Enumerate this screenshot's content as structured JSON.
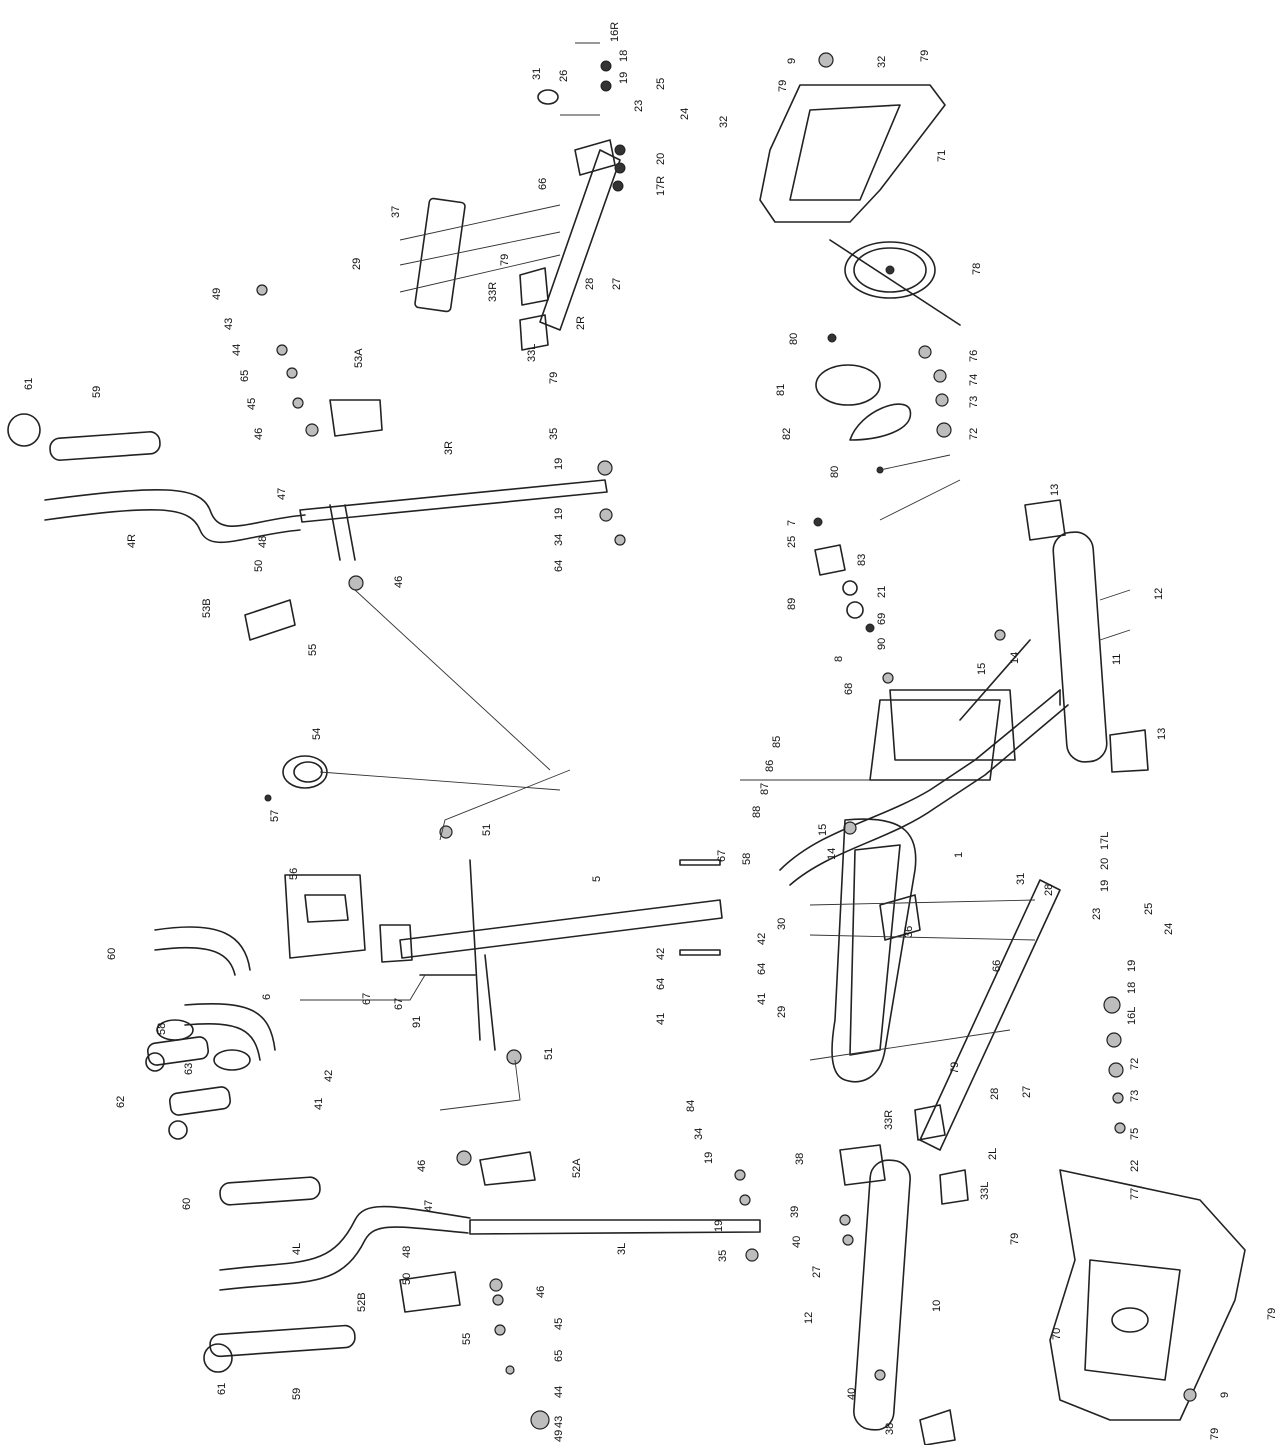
{
  "labels": {
    "p16R": "16R",
    "p18a": "18",
    "p19a": "19",
    "p25a": "25",
    "p24a": "24",
    "p23a": "23",
    "p26a": "26",
    "p31a": "31",
    "p66a": "66",
    "p20a": "20",
    "p17R": "17R",
    "p37": "37",
    "p29a": "29",
    "p79a": "79",
    "p28a": "28",
    "p27a": "27",
    "p33Ra": "33R",
    "p2R": "2R",
    "p33La": "33L",
    "p79b": "79",
    "p9a": "9",
    "p32a": "32",
    "p79c": "79",
    "p79d": "79",
    "p32b": "32",
    "p71": "71",
    "p78": "78",
    "p80a": "80",
    "p81": "81",
    "p76": "76",
    "p74": "74",
    "p73a": "73",
    "p82": "82",
    "p72a": "72",
    "p80b": "80",
    "p49a": "49",
    "p43a": "43",
    "p44a": "44",
    "p65a": "65",
    "p45a": "45",
    "p46a": "46",
    "p53A": "53A",
    "p61a": "61",
    "p59a": "59",
    "p4R": "4R",
    "p47a": "47",
    "p48a": "48",
    "p50a": "50",
    "p3R": "3R",
    "p35a": "35",
    "p19b": "19",
    "p19c": "19",
    "p34a": "34",
    "p64a": "64",
    "p46b": "46",
    "p53B": "53B",
    "p55a": "55",
    "p7": "7",
    "p25b": "25",
    "p83": "83",
    "p89": "89",
    "p21": "21",
    "p69": "69",
    "p90": "90",
    "p13a": "13",
    "p12a": "12",
    "p8": "8",
    "p68": "68",
    "p15a": "15",
    "p14a": "14",
    "p11": "11",
    "p13b": "13",
    "p54": "54",
    "p57": "57",
    "p51a": "51",
    "p85": "85",
    "p86": "86",
    "p87": "87",
    "p88": "88",
    "p15b": "15",
    "p14b": "14",
    "p58a": "58",
    "p30": "30",
    "p1": "1",
    "p31b": "31",
    "p28b": "28",
    "p23b": "23",
    "p25c": "25",
    "p24b": "24",
    "p17L": "17L",
    "p20b": "20",
    "p19d": "19",
    "p19e": "19",
    "p18b": "18",
    "p16L": "16L",
    "p56": "56",
    "p5": "5",
    "p67a": "67",
    "p67b": "67",
    "p67c": "67",
    "p42a": "42",
    "p42b": "42",
    "p64b": "64",
    "p64c": "64",
    "p41a": "41",
    "p41b": "41",
    "p91": "91",
    "p60a": "60",
    "p6": "6",
    "p58b": "58",
    "p63": "63",
    "p62": "62",
    "p42c": "42",
    "p41c": "41",
    "p36": "36",
    "p29b": "29",
    "p66b": "66",
    "p72b": "72",
    "p79e": "79",
    "p28c": "28",
    "p27b": "27",
    "p73b": "73",
    "p75": "75",
    "p33Rb": "33R",
    "p2L": "2L",
    "p22": "22",
    "p77": "77",
    "p33Lb": "33L",
    "p79f": "79",
    "p38a": "38",
    "p39": "39",
    "p40a": "40",
    "p27c": "27",
    "p12b": "12",
    "p10": "10",
    "p40b": "40",
    "p38b": "38",
    "p70": "70",
    "p79g": "79",
    "p9b": "9",
    "p79h": "79",
    "p51b": "51",
    "p84": "84",
    "p34b": "34",
    "p19f": "19",
    "p19g": "19",
    "p35b": "35",
    "p3L": "3L",
    "p46c": "46",
    "p52A": "52A",
    "p60b": "60",
    "p4L": "4L",
    "p47b": "47",
    "p48b": "48",
    "p50b": "50",
    "p46d": "46",
    "p52B": "52B",
    "p45b": "45",
    "p65b": "65",
    "p55b": "55",
    "p44b": "44",
    "p43b": "43",
    "p49b": "49",
    "p61b": "61",
    "p59b": "59"
  }
}
